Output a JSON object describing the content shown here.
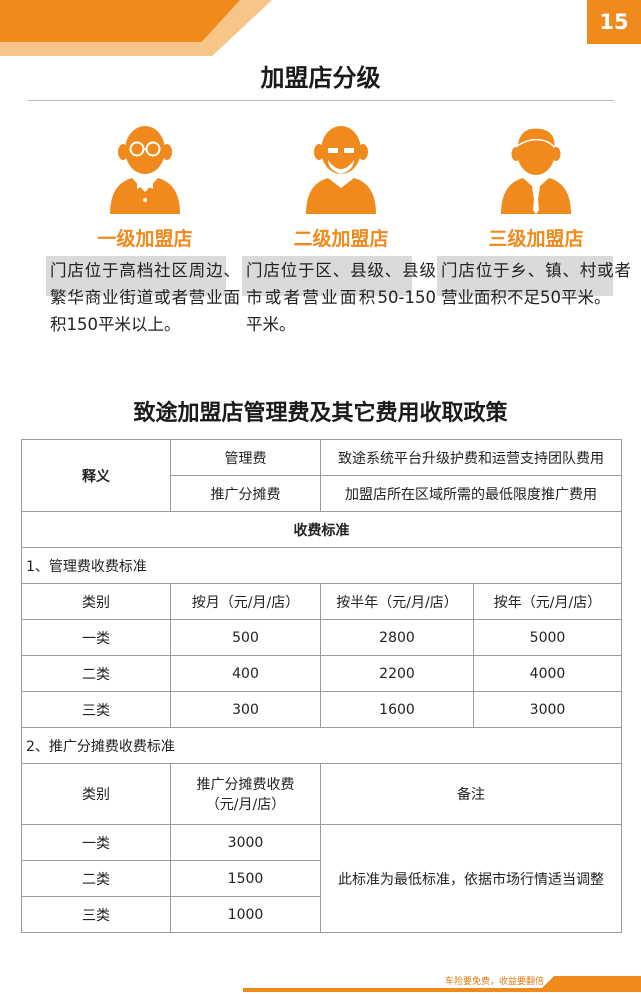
{
  "page": {
    "number": "15",
    "title": "加盟店分级",
    "subtitle": "致途加盟店管理费及其它费用收取政策",
    "footer": "车险要免费，收益要翻倍"
  },
  "colors": {
    "accent": "#f08a1c",
    "accent_light": "#f8c588",
    "highlight": "#dadada"
  },
  "tiers": [
    {
      "icon": "elder-man-icon",
      "name": "一级加盟店",
      "desc": "门店位于高档社区周边、繁华商业街道或者营业面积150平米以上。"
    },
    {
      "icon": "bearded-man-icon",
      "name": "二级加盟店",
      "desc": "门店位于区、县级、县级市或者营业面积50-150平米。"
    },
    {
      "icon": "young-man-icon",
      "name": "三级加盟店",
      "desc": "门店位于乡、镇、村或者营业面积不足50平米。"
    }
  ],
  "table": {
    "definition_label": "释义",
    "definitions": [
      {
        "term": "管理费",
        "meaning": "致途系统平台升级护费和运营支持团队费用"
      },
      {
        "term": "推广分摊费",
        "meaning": "加盟店所在区域所需的最低限度推广费用"
      }
    ],
    "standard_label": "收费标准",
    "section1_label": "1、管理费收费标准",
    "section1_headers": [
      "类别",
      "按月（元/月/店）",
      "按半年（元/月/店）",
      "按年（元/月/店）"
    ],
    "section1_rows": [
      [
        "一类",
        "500",
        "2800",
        "5000"
      ],
      [
        "二类",
        "400",
        "2200",
        "4000"
      ],
      [
        "三类",
        "300",
        "1600",
        "3000"
      ]
    ],
    "section2_label": "2、推广分摊费收费标准",
    "section2_headers": [
      "类别",
      "推广分摊费收费",
      "（元/月/店）",
      "备注"
    ],
    "section2_rows": [
      [
        "一类",
        "3000"
      ],
      [
        "二类",
        "1500"
      ],
      [
        "三类",
        "1000"
      ]
    ],
    "section2_note": "此标准为最低标准，依据市场行情适当调整"
  }
}
